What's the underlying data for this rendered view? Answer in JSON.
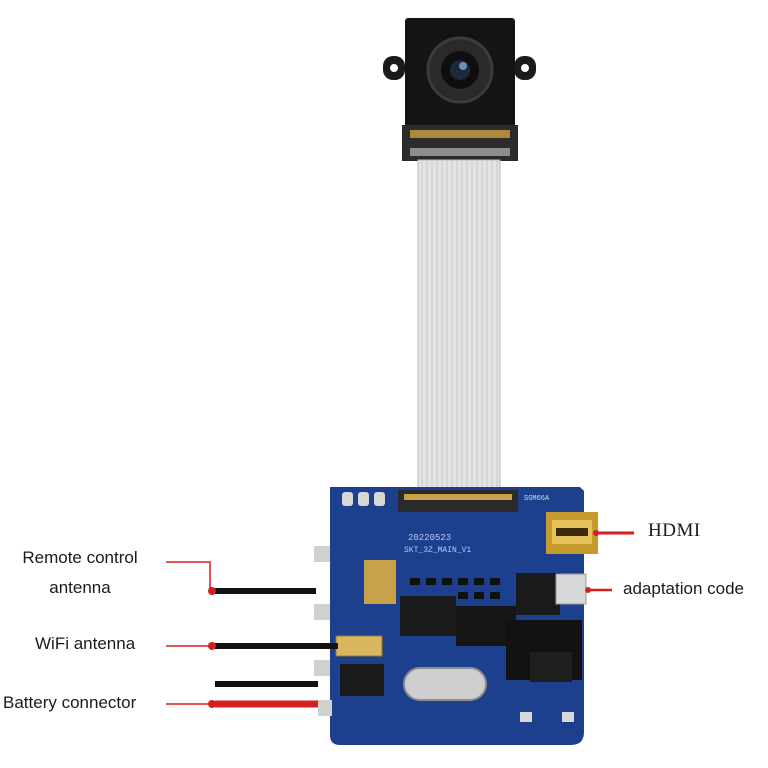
{
  "labels": {
    "remote_line1": "Remote control",
    "remote_line2": "antenna",
    "wifi": "WiFi antenna",
    "battery": "Battery connector",
    "hdmi": "HDMI",
    "adaptation": "adaptation code"
  },
  "pcb_silkscreen": {
    "date_code": "20220523",
    "board_code": "SKT_3Z_MAIN_V1",
    "corner_mark": "SGM66A"
  },
  "colors": {
    "pcb_blue": "#1c3f8e",
    "callout_red": "#d81e1e",
    "wire_black": "#111111",
    "wire_red": "#d42020",
    "ribbon": "#e4e4e4"
  }
}
